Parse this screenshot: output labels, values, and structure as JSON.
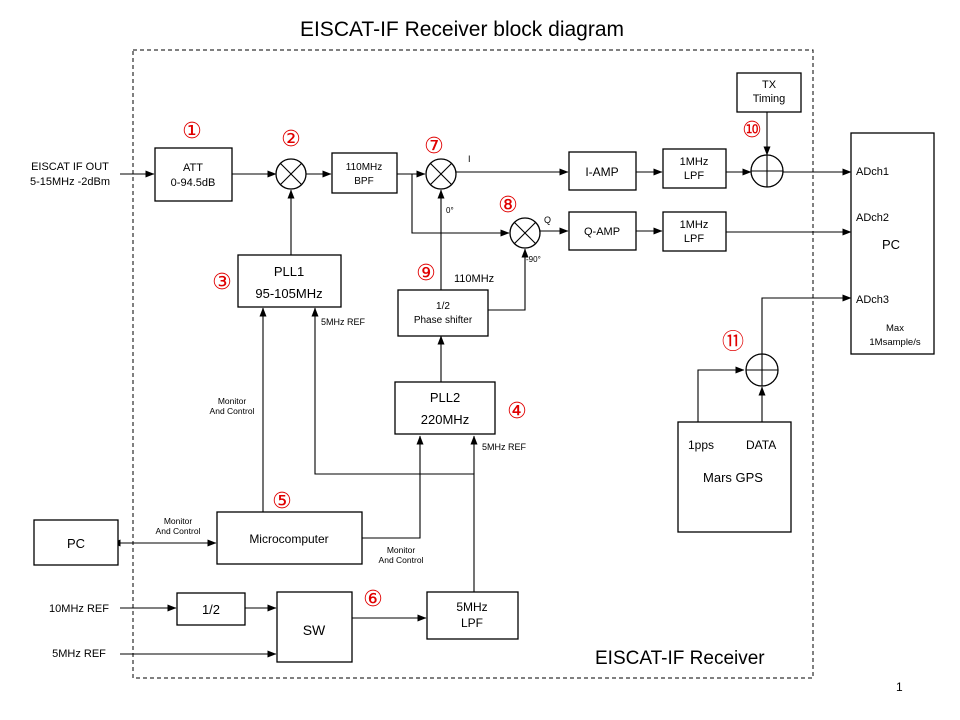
{
  "title": "EISCAT-IF Receiver block diagram",
  "frame_label": "EISCAT-IF Receiver",
  "page_number": "1",
  "input": {
    "line1": "EISCAT IF OUT",
    "line2": "5-15MHz -2dBm"
  },
  "blocks": {
    "att": {
      "line1": "ATT",
      "line2": "0-94.5dB"
    },
    "bpf": {
      "line1": "110MHz",
      "line2": "BPF"
    },
    "pll1": {
      "line1": "PLL1",
      "line2": "95-105MHz"
    },
    "phase_shifter": {
      "line1": "1/2",
      "line2": "Phase shifter"
    },
    "pll2": {
      "line1": "PLL2",
      "line2": "220MHz"
    },
    "i_amp": "I-AMP",
    "q_amp": "Q-AMP",
    "lpf_i": {
      "line1": "1MHz",
      "line2": "LPF"
    },
    "lpf_q": {
      "line1": "1MHz",
      "line2": "LPF"
    },
    "tx_timing": {
      "line1": "TX",
      "line2": "Timing"
    },
    "pc_right": "PC",
    "pc_left": "PC",
    "microcomputer": "Microcomputer",
    "div2": "1/2",
    "sw": "SW",
    "lpf_5": {
      "line1": "5MHz",
      "line2": "LPF"
    },
    "gps": {
      "pps": "1pps",
      "data": "DATA",
      "name": "Mars GPS"
    }
  },
  "adc": {
    "ch1": "ADch1",
    "ch2": "ADch2",
    "ch3": "ADch3",
    "max1": "Max",
    "max2": "1Msample/s"
  },
  "labels": {
    "i": "I",
    "q": "Q",
    "zero_deg": "0°",
    "minus90": "-90°",
    "lo110": "110MHz",
    "ref5_a": "5MHz REF",
    "ref5_b": "5MHz REF",
    "monctl_a1": "Monitor",
    "monctl_a2": "And Control",
    "monctl_b1": "Monitor",
    "monctl_b2": "And Control",
    "monctl_c1": "Monitor",
    "monctl_c2": "And Control",
    "ref10_in": "10MHz REF",
    "ref5_in": "5MHz REF"
  },
  "markers": [
    "①",
    "②",
    "③",
    "④",
    "⑤",
    "⑥",
    "⑦",
    "⑧",
    "⑨",
    "⑩",
    "⑪"
  ],
  "colors": {
    "marker": "#e00000",
    "line": "#000000"
  }
}
